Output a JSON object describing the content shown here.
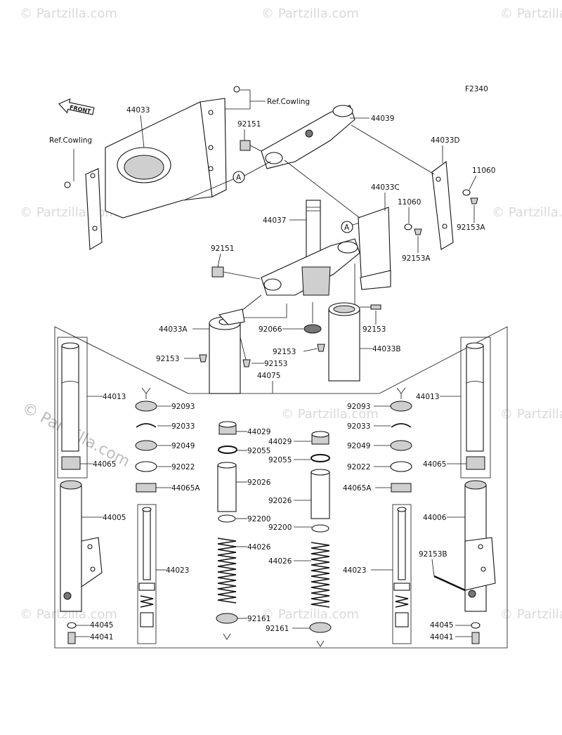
{
  "figure_code": "F2340",
  "front_label": "FRONT",
  "ref_cowling": "Ref.Cowling",
  "ref_marker": "A",
  "watermark": "© Partzilla.com",
  "parts": {
    "p44033": "44033",
    "p44039": "44039",
    "p92151a": "92151",
    "p92151b": "92151",
    "p44033D": "44033D",
    "p11060a": "11060",
    "p11060b": "11060",
    "p92153Aa": "92153A",
    "p92153Ab": "92153A",
    "p44033C": "44033C",
    "p44037": "44037",
    "p44033A": "44033A",
    "p92066": "92066",
    "p92153a": "92153",
    "p92153b": "92153",
    "p92153c": "92153",
    "p92153d": "92153",
    "p44033B": "44033B",
    "p44075": "44075",
    "p44013a": "44013",
    "p44013b": "44013",
    "p92093a": "92093",
    "p92093b": "92093",
    "p92033a": "92033",
    "p92033b": "92033",
    "p44029a": "44029",
    "p44029b": "44029",
    "p92049a": "92049",
    "p92049b": "92049",
    "p92055a": "92055",
    "p92055b": "92055",
    "p44065a": "44065",
    "p44065b": "44065",
    "p92022a": "92022",
    "p92022b": "92022",
    "p44065Aa": "44065A",
    "p44065Ab": "44065A",
    "p92026a": "92026",
    "p92026b": "92026",
    "p44005": "44005",
    "p44006": "44006",
    "p92200a": "92200",
    "p92200b": "92200",
    "p44026a": "44026",
    "p44026b": "44026",
    "p44023a": "44023",
    "p44023b": "44023",
    "p92153B": "92153B",
    "p92161a": "92161",
    "p92161b": "92161",
    "p44045a": "44045",
    "p44045b": "44045",
    "p44041a": "44041",
    "p44041b": "44041"
  }
}
